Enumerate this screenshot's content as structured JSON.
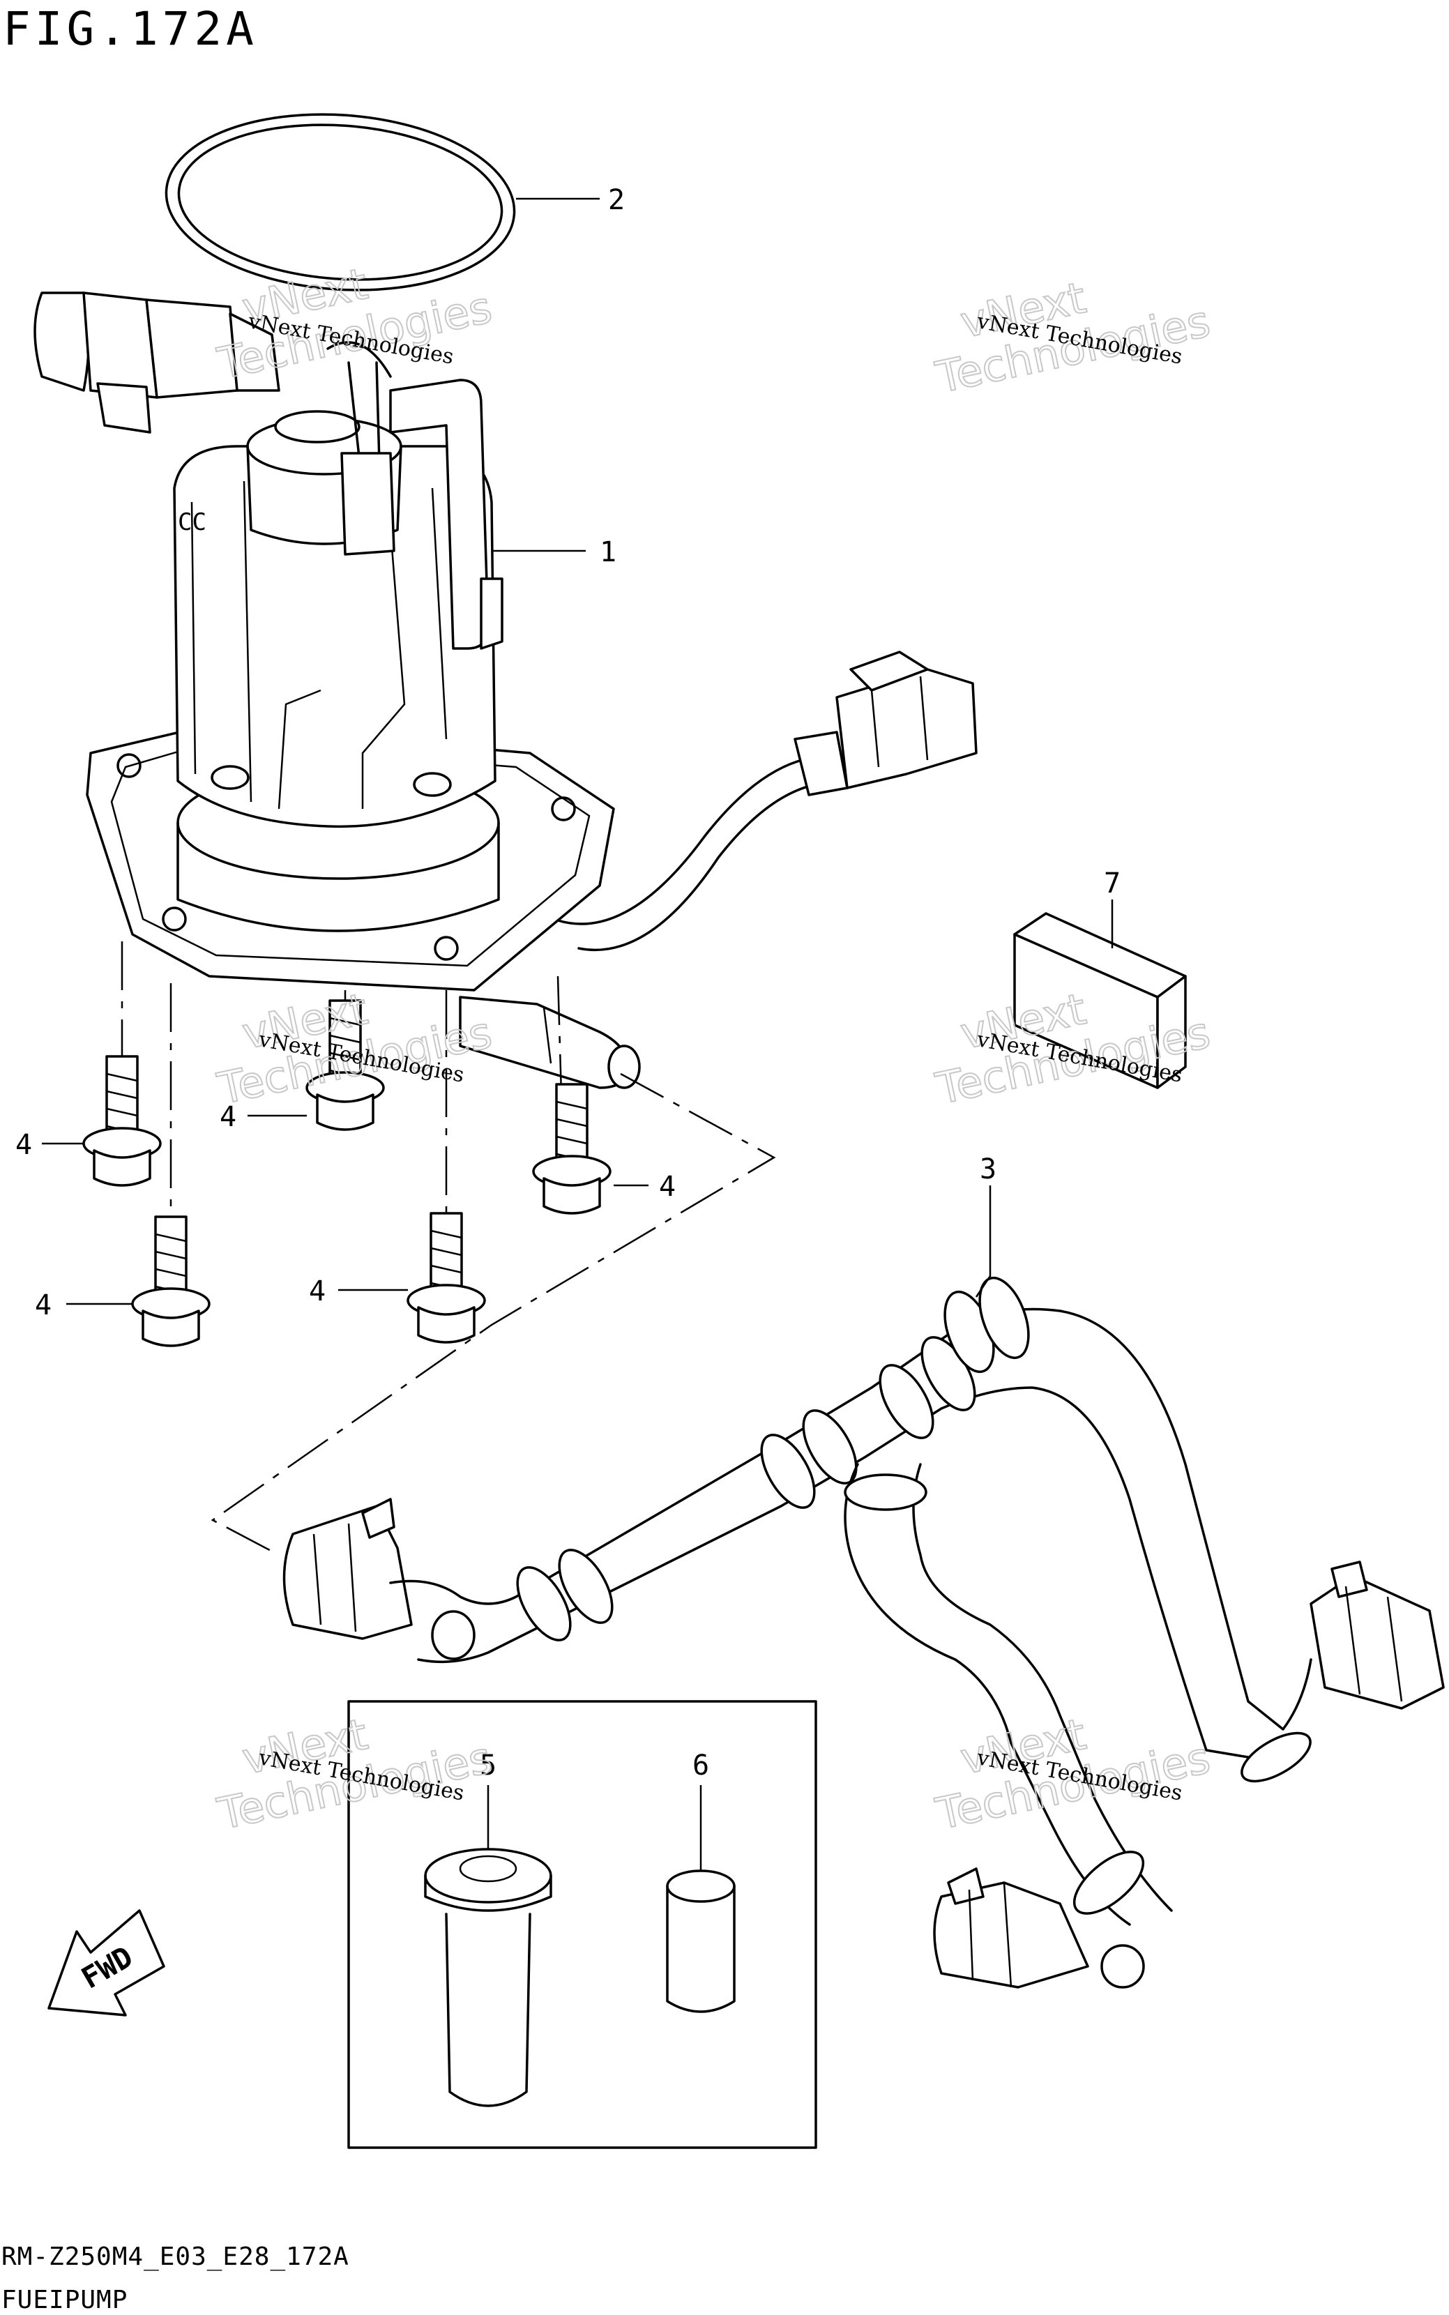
{
  "figure": {
    "title": "FIG.172A",
    "code": "RM-Z250M4_E03_E28_172A",
    "name": "FUEIPUMP"
  },
  "callouts": [
    "1",
    "2",
    "3",
    "4",
    "4",
    "4",
    "4",
    "4",
    "5",
    "6",
    "7"
  ],
  "watermark": {
    "line1": "vNext Technologies",
    "line2a": "vNext",
    "line2b": "Technologies"
  },
  "direction_label": "FWD"
}
